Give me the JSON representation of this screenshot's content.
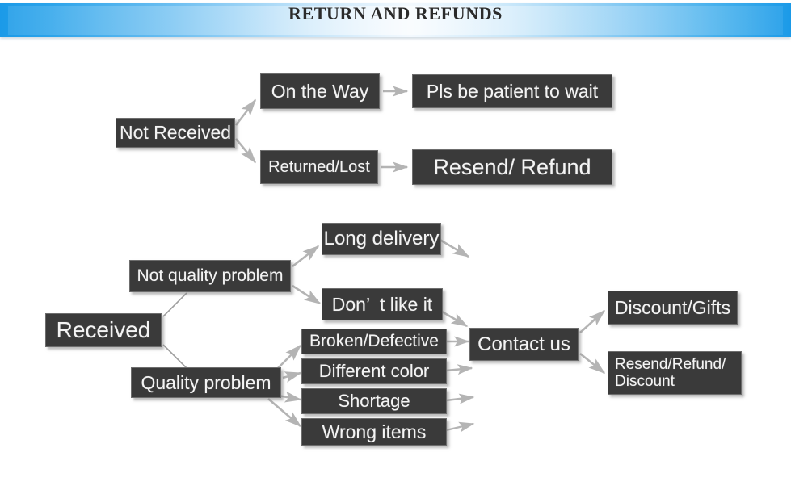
{
  "header": {
    "title": "RETURN AND REFUNDS",
    "gradient_start": "#1b9ae8",
    "gradient_mid": "#f3f9fe",
    "gradient_end": "#1b9ae8"
  },
  "theme": {
    "node_fill": "#3a3a3a",
    "node_text": "#f4f4f4",
    "node_border": "#6d6d6d",
    "arrow_color": "#b3b3b3",
    "page_background": "#ffffff"
  },
  "flow_not_received": {
    "root": "Not Received",
    "branches": [
      {
        "condition": "On the Way",
        "outcome": "Pls be patient to wait"
      },
      {
        "condition": "Returned/Lost",
        "outcome": "Resend/ Refund"
      }
    ]
  },
  "flow_received": {
    "root": "Received",
    "categories": [
      {
        "label": "Not quality problem",
        "reasons": [
          "Long delivery",
          "Don’  t like it"
        ]
      },
      {
        "label": "Quality problem",
        "reasons": [
          "Broken/Defective",
          "Different color",
          "Shortage",
          "Wrong items"
        ]
      }
    ],
    "action": "Contact us",
    "resolutions": [
      "Discount/Gifts",
      "Resend/Refund/\nDiscount"
    ]
  }
}
